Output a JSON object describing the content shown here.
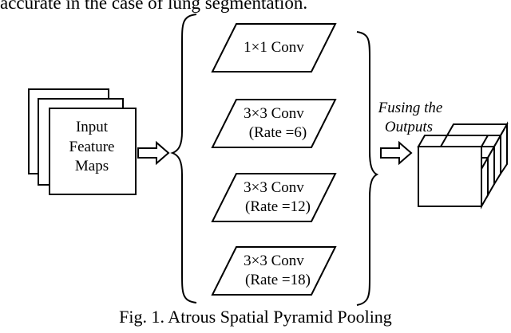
{
  "top_text": "accurate in the case of lung segmentation.",
  "input": {
    "lines": [
      "Input",
      "Feature",
      "Maps"
    ]
  },
  "branches": [
    {
      "line1": "1×1 Conv",
      "line2": ""
    },
    {
      "line1": "3×3 Conv",
      "line2": "(Rate =6)"
    },
    {
      "line1": "3×3 Conv",
      "line2": "(Rate =12)"
    },
    {
      "line1": "3×3 Conv",
      "line2": "(Rate =18)"
    }
  ],
  "fuse_label": {
    "line1": "Fusing the",
    "line2": "Outputs"
  },
  "caption": "Fig. 1. Atrous Spatial Pyramid Pooling",
  "colors": {
    "stroke": "#000000",
    "fill": "#ffffff"
  }
}
